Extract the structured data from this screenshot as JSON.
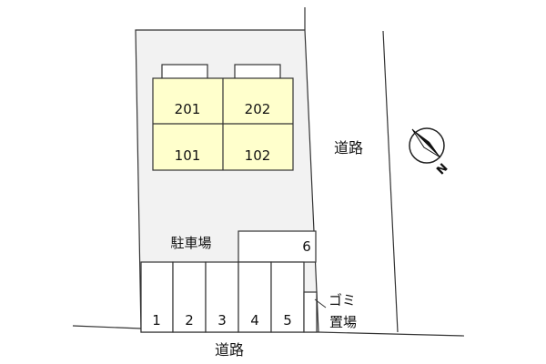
{
  "units": {
    "upper": [
      "201",
      "202"
    ],
    "lower": [
      "101",
      "102"
    ]
  },
  "parking": {
    "label": "駐車場",
    "spaces": [
      "1",
      "2",
      "3",
      "4",
      "5"
    ],
    "extra_space": "6"
  },
  "garbage": {
    "line1": "ゴミ",
    "line2": "置場"
  },
  "roads": {
    "east": "道路",
    "south": "道路"
  },
  "compass": {
    "label": "N",
    "icon": "compass-north-arrow-icon"
  },
  "colors": {
    "building": "#ffffcc",
    "lot": "#f2f2f2",
    "stroke": "#333333"
  }
}
